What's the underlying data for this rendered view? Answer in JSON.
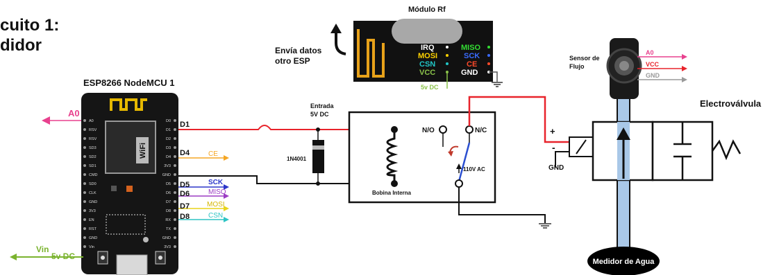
{
  "title": {
    "line1": "cuito 1:",
    "line2": "didor"
  },
  "rf_module": {
    "title": "Módulo Rf",
    "send_label_1": "Envía datos",
    "send_label_2": "otro ESP",
    "pins_left": [
      "IRQ",
      "MOSI",
      "CSN",
      "VCC"
    ],
    "pins_right": [
      "MISO",
      "SCK",
      "CE",
      "GND"
    ],
    "power_label": "5v DC",
    "pin_colors": {
      "IRQ": "#ffffff",
      "MOSI": "#ffd200",
      "CSN": "#21c7c7",
      "VCC": "#8bc34a",
      "MISO": "#33dd33",
      "SCK": "#3a6bff",
      "CE": "#ff4a2a",
      "GND": "#ffffff"
    }
  },
  "esp": {
    "title": "ESP8266 NodeMCU 1",
    "wifi_label": "WiFi",
    "left_pins": [
      "A0",
      "RSV",
      "RSV",
      "SD3",
      "SD2",
      "SD1",
      "CMD",
      "SD0",
      "CLK",
      "GND",
      "3V3",
      "EN",
      "RST",
      "GND",
      "Vin"
    ],
    "right_pins": [
      "D0",
      "D1",
      "D2",
      "D3",
      "D4",
      "3V3",
      "GND",
      "D5",
      "D6",
      "D7",
      "D8",
      "RX",
      "TX",
      "GND",
      "3V3"
    ]
  },
  "signals": {
    "a0_left": "A0",
    "d1": "D1",
    "d4": "D4",
    "ce": "CE",
    "d5": "D5",
    "sck": "SCK",
    "d6": "D6",
    "miso": "MISO",
    "d7": "D7",
    "mosi": "MOSI",
    "d8": "D8",
    "csn": "CSN",
    "vin": "Vin",
    "vin_dc": "5v DC"
  },
  "relay": {
    "input_label_1": "Entrada",
    "input_label_2": "5V DC",
    "diode": "1N4001",
    "coil": "Bobina Interna",
    "no": "N/O",
    "nc": "N/C",
    "ac": "110V AC"
  },
  "sensor": {
    "label_1": "Sensor de",
    "label_2": "Flujo",
    "a0": "A0",
    "vcc": "VCC",
    "gnd": "GND"
  },
  "valve": {
    "title": "Electroválvula",
    "plus": "+",
    "minus": "-",
    "gnd": "GND"
  },
  "meter": {
    "label": "Medidor de Agua"
  },
  "colors": {
    "red": "#e8232b",
    "pink": "#e8418e",
    "orange": "#f5a623",
    "blue": "#2b35c9",
    "purple": "#9b3cc4",
    "yellow": "#e8d41c",
    "cyan": "#2ec4c4",
    "green": "#7ab32e",
    "board": "#151515",
    "pipe": "#a9c8e8"
  }
}
